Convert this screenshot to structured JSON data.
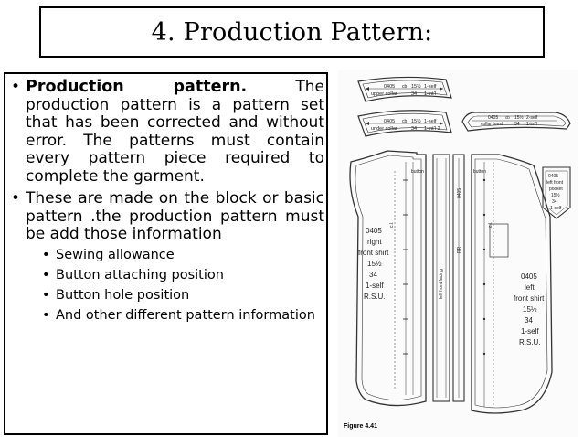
{
  "title": "4. Production Pattern:",
  "bullets": [
    {
      "lead": "Production pattern.",
      "text": " The production pattern is a pattern set that has been corrected and without error. The patterns must contain every pattern piece required to complete the garment."
    },
    {
      "text": "These are made on the block or basic pattern .the production pattern must be add those information",
      "sub_items": [
        "Sewing allowance",
        "Button attaching position",
        "Button hole position",
        "And other different pattern information"
      ]
    }
  ],
  "bullet_glyph": "•",
  "figure": {
    "caption": "Figure 4.41",
    "upper_collar": {
      "code": "0405",
      "sub": "cb",
      "size": "15½",
      "cut": "1-self",
      "name": "upper collar",
      "num": "34",
      "note": "1-int'l"
    },
    "under_collar": {
      "code": "0405",
      "sub": "cb",
      "size": "15½",
      "cut": "1-self",
      "name": "under collar",
      "num": "34",
      "note": "1-int'l 2"
    },
    "collar_band": {
      "code": "0405",
      "sub": "cb",
      "size": "15½",
      "cut": "2-self",
      "name": "collar band",
      "num": "34",
      "note": "1-int'l"
    },
    "pocket": {
      "lines": [
        "0405",
        "left front",
        "pocket",
        "15½",
        "34",
        "1-self"
      ]
    },
    "right_front": {
      "lines": [
        "0405",
        "right",
        "front shirt",
        "15½",
        "34",
        "1-self",
        "R.S.U."
      ],
      "button": "button",
      "cl": "c.l."
    },
    "left_front": {
      "lines": [
        "0405",
        "left",
        "front shirt",
        "15½",
        "34",
        "1-self",
        "R.S.U."
      ],
      "button": "button",
      "cl": "c.l."
    },
    "facing_labels": [
      "left front facing",
      "0405",
      "RR"
    ]
  }
}
